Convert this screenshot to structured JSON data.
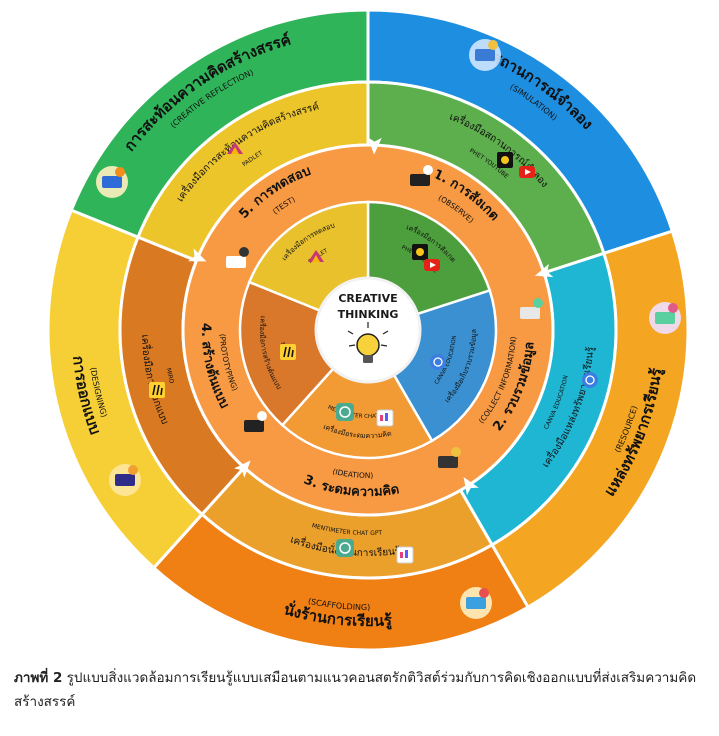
{
  "center": {
    "title_line1": "CREATIVE",
    "title_line2": "THINKING",
    "icon": "lightbulb-icon"
  },
  "outer_ring": [
    {
      "title": "สถานการณ์จำลอง",
      "subtitle": "(SIMULATION)",
      "color": "#1e8fe0"
    },
    {
      "title": "แหล่งทรัพยากรเรียนรู้",
      "subtitle": "(RESOURCE)",
      "color": "#f4a623"
    },
    {
      "title": "นั่งร้านการเรียนรู้",
      "subtitle": "(SCAFFOLDING)",
      "color": "#f07f14"
    },
    {
      "title": "การออกแบบ",
      "subtitle": "(DESIGNING)",
      "color": "#f6cf36"
    },
    {
      "title": "การสะท้อนความคิดสร้างสรรค์",
      "subtitle": "(CREATIVE REFLECTION)",
      "color": "#2fb45a"
    }
  ],
  "middle_ring": [
    {
      "text": "เครื่องมือสถานการณ์จำลอง",
      "tools": [
        "PHET",
        "YOUTUBE"
      ],
      "color": "#5dae4c"
    },
    {
      "text": "เครื่องมือแหล่งทรัพยากรเรียนรู้",
      "tools": [
        "CANVA EDUCATION"
      ],
      "color": "#1fb6d4"
    },
    {
      "text": "เครื่องมือนั่งร้านการเรียนรู้",
      "tools": [
        "MENTIMETER",
        "CHAT GPT"
      ],
      "color": "#eba02c"
    },
    {
      "text": "เครื่องมือการออกแบบ",
      "tools": [
        "MIRO"
      ],
      "color": "#d97a22"
    },
    {
      "text": "เครื่องมือการสะท้อนความคิดสร้างสรรค์",
      "tools": [
        "PADLET"
      ],
      "color": "#ecc52b"
    }
  ],
  "steps": [
    {
      "title": "1. การสังเกต",
      "subtitle": "(OBSERVE)",
      "tool_text": "เครื่องมือการสังเกต",
      "tools": [
        "PHET",
        "YOUTUBE"
      ],
      "color": "#4d9e3c"
    },
    {
      "title": "2. รวบรวมข้อมูล",
      "subtitle": "(COLLECT INFORMATION)",
      "tool_text": "เครื่องมือเก็บรวบรวมข้อมูล",
      "tools": [
        "CANVA EDUCATION"
      ],
      "color": "#3a90d0"
    },
    {
      "title": "3. ระดมความคิด",
      "subtitle": "(IDEATION)",
      "tool_text": "เครื่องมือระดมความคิด",
      "tools": [
        "MENTIMETER",
        "CHAT GPT"
      ],
      "color": "#f29a33"
    },
    {
      "title": "4. สร้างต้นแบบ",
      "subtitle": "(PROTOTYPING)",
      "tool_text": "เครื่องมือการสร้างต้นแบบ",
      "tools": [
        "MIRO"
      ],
      "color": "#d9772a"
    },
    {
      "title": "5. การทดสอบ",
      "subtitle": "(TEST)",
      "tool_text": "เครื่องมือการทดสอบ",
      "tools": [
        "PADLET"
      ],
      "color": "#e8c12c"
    }
  ],
  "step_ring_color": "#f79a43",
  "caption": {
    "label": "ภาพที่ 2",
    "text": " รูปแบบสิ่งแวดล้อมการเรียนรู้แบบเสมือนตามแนวคอนสตรักติวิสต์ร่วมกับการคิดเชิงออกแบบที่ส่งเสริมความคิดสร้างสรรค์"
  }
}
